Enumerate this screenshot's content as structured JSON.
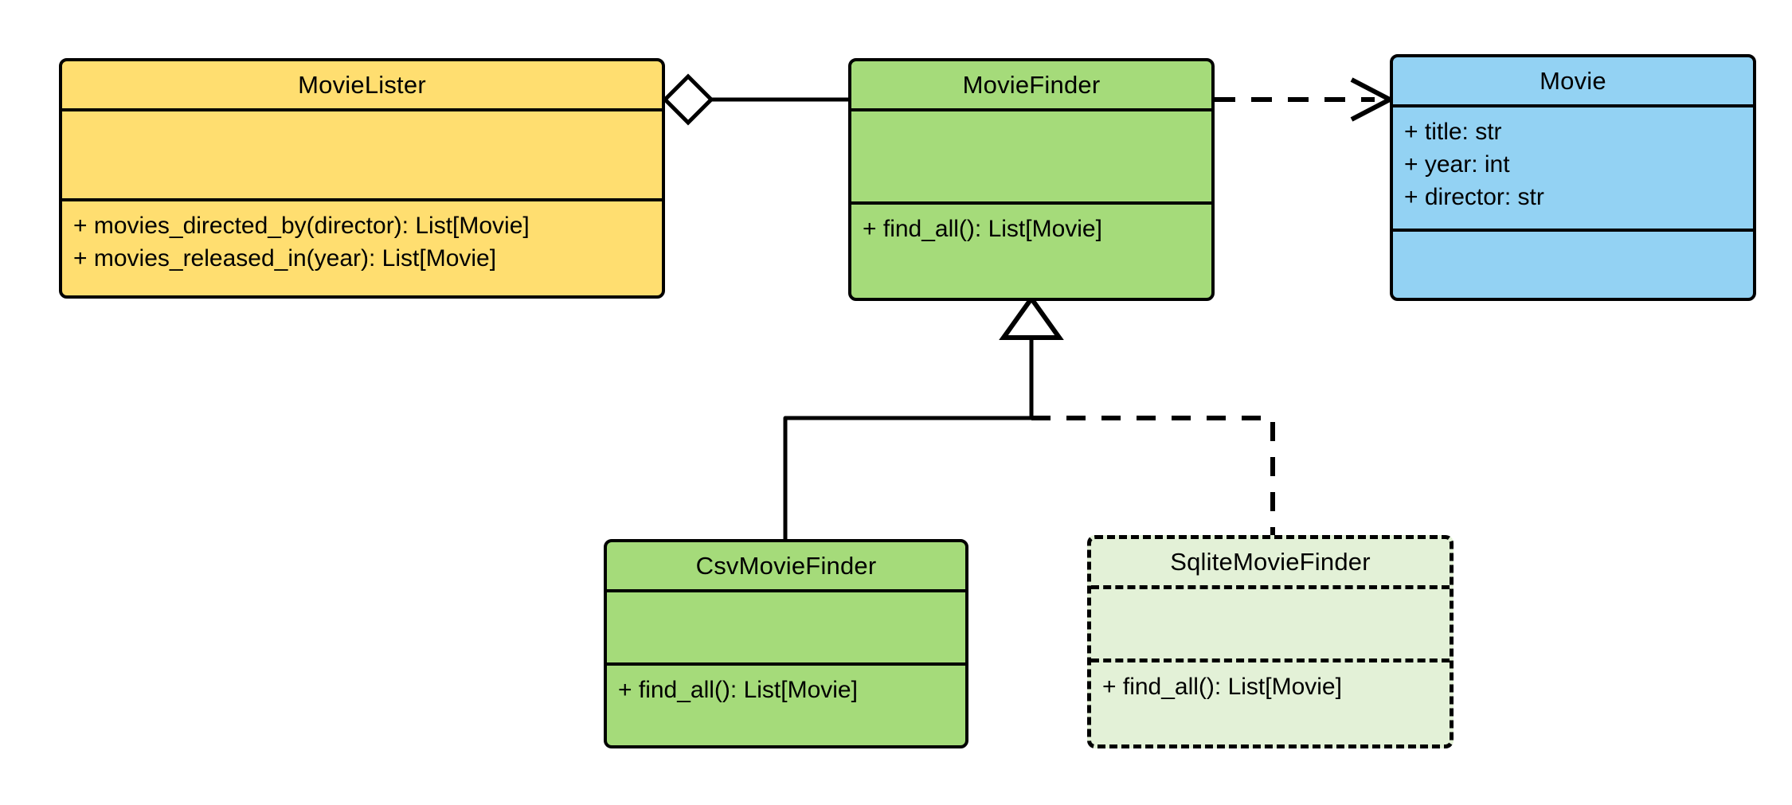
{
  "diagram": {
    "type": "uml-class-diagram",
    "background_color": "#ffffff"
  },
  "classes": [
    {
      "id": "movielister",
      "name": "MovieLister",
      "fill_color": "#FFDE70",
      "border_style": "solid",
      "attributes": [],
      "methods": [
        "+ movies_directed_by(director): List[Movie]",
        "+ movies_released_in(year): List[Movie]"
      ]
    },
    {
      "id": "moviefinder",
      "name": "MovieFinder",
      "fill_color": "#A5DB7A",
      "border_style": "solid",
      "attributes": [],
      "methods": [
        "+ find_all(): List[Movie]"
      ]
    },
    {
      "id": "movie",
      "name": "Movie",
      "fill_color": "#93D2F3",
      "border_style": "solid",
      "attributes": [
        "+ title: str",
        "+ year: int",
        "+ director: str"
      ],
      "methods": []
    },
    {
      "id": "csvmoviefinder",
      "name": "CsvMovieFinder",
      "fill_color": "#A5DB7A",
      "border_style": "solid",
      "attributes": [],
      "methods": [
        "+ find_all(): List[Movie]"
      ]
    },
    {
      "id": "sqlitemoviefinder",
      "name": "SqliteMovieFinder",
      "fill_color": "#E3F1D7",
      "border_style": "dashed",
      "attributes": [],
      "methods": [
        "+ find_all(): List[Movie]"
      ]
    }
  ],
  "relationships": [
    {
      "id": "aggregation-movielister-moviefinder",
      "kind": "aggregation",
      "from": "MovieLister",
      "to": "MovieFinder",
      "line_style": "solid",
      "source_marker": "hollow-diamond",
      "target_marker": "none",
      "label": ""
    },
    {
      "id": "dependency-moviefinder-movie",
      "kind": "dependency",
      "from": "MovieFinder",
      "to": "Movie",
      "line_style": "dashed",
      "source_marker": "none",
      "target_marker": "open-arrow",
      "label": ""
    },
    {
      "id": "generalization-csvmoviefinder-moviefinder",
      "kind": "generalization",
      "from": "CsvMovieFinder",
      "to": "MovieFinder",
      "line_style": "solid",
      "source_marker": "none",
      "target_marker": "hollow-triangle",
      "label": ""
    },
    {
      "id": "generalization-sqlitemoviefinder-moviefinder",
      "kind": "generalization",
      "from": "SqliteMovieFinder",
      "to": "MovieFinder",
      "line_style": "dashed",
      "source_marker": "none",
      "target_marker": "hollow-triangle",
      "label": ""
    }
  ],
  "colors": {
    "line": "#000000",
    "yellow": "#FFDE70",
    "green": "#A5DB7A",
    "blue": "#93D2F3",
    "light_green": "#E3F1D7"
  }
}
